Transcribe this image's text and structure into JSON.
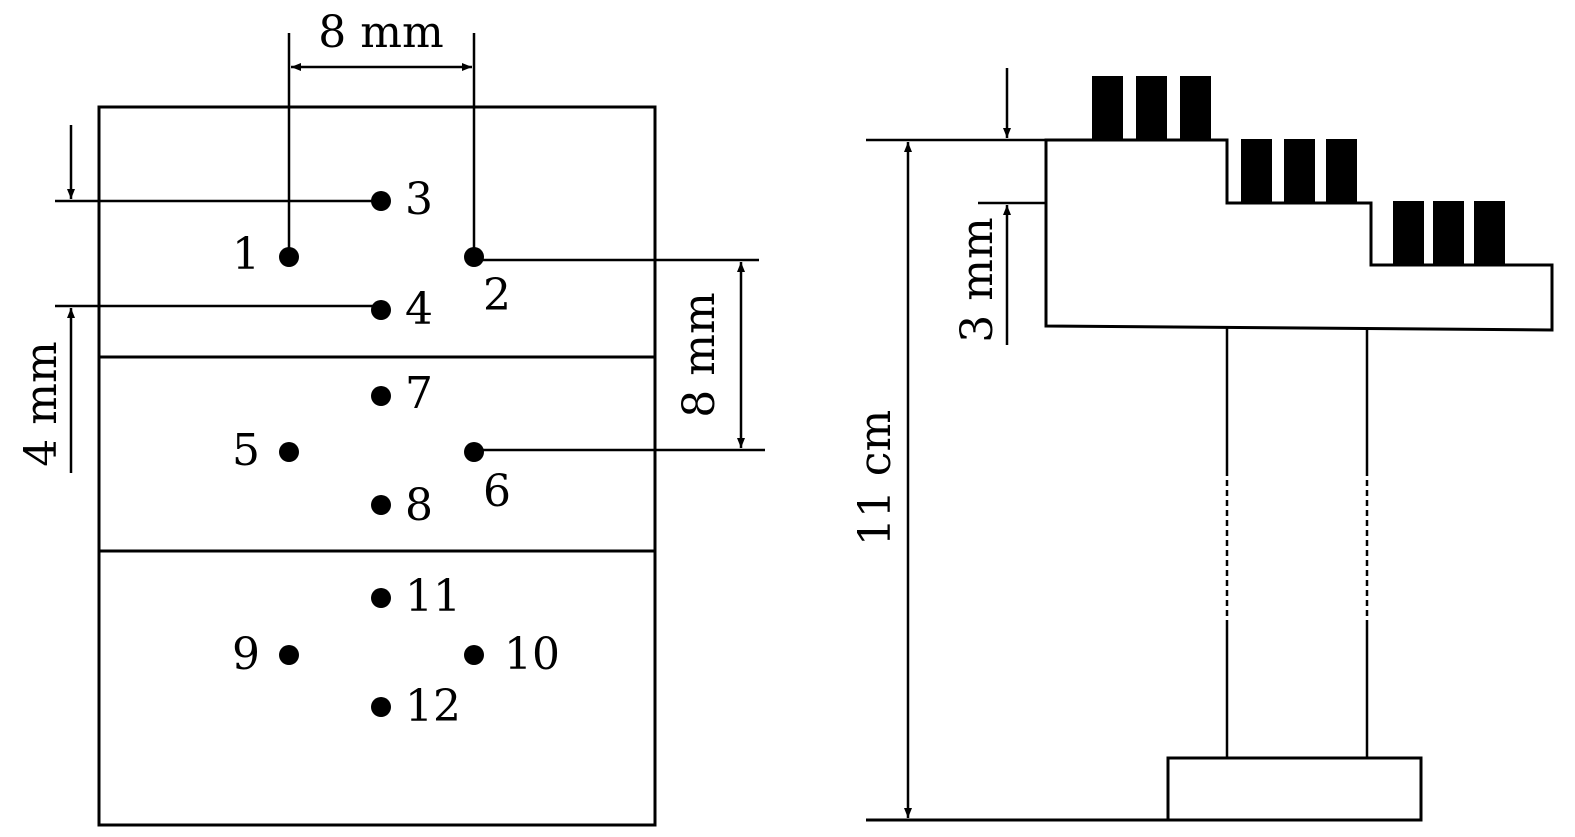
{
  "left_figure": {
    "points": [
      {
        "id": "p1",
        "label": "1"
      },
      {
        "id": "p2",
        "label": "2"
      },
      {
        "id": "p3",
        "label": "3"
      },
      {
        "id": "p4",
        "label": "4"
      },
      {
        "id": "p5",
        "label": "5"
      },
      {
        "id": "p6",
        "label": "6"
      },
      {
        "id": "p7",
        "label": "7"
      },
      {
        "id": "p8",
        "label": "8"
      },
      {
        "id": "p9",
        "label": "9"
      },
      {
        "id": "p10",
        "label": "10"
      },
      {
        "id": "p11",
        "label": "11"
      },
      {
        "id": "p12",
        "label": "12"
      }
    ],
    "dim_top": "8 mm",
    "dim_left": "4 mm",
    "dim_right": "8 mm"
  },
  "right_figure": {
    "dim_step": "3 mm",
    "dim_height": "11 cm"
  }
}
